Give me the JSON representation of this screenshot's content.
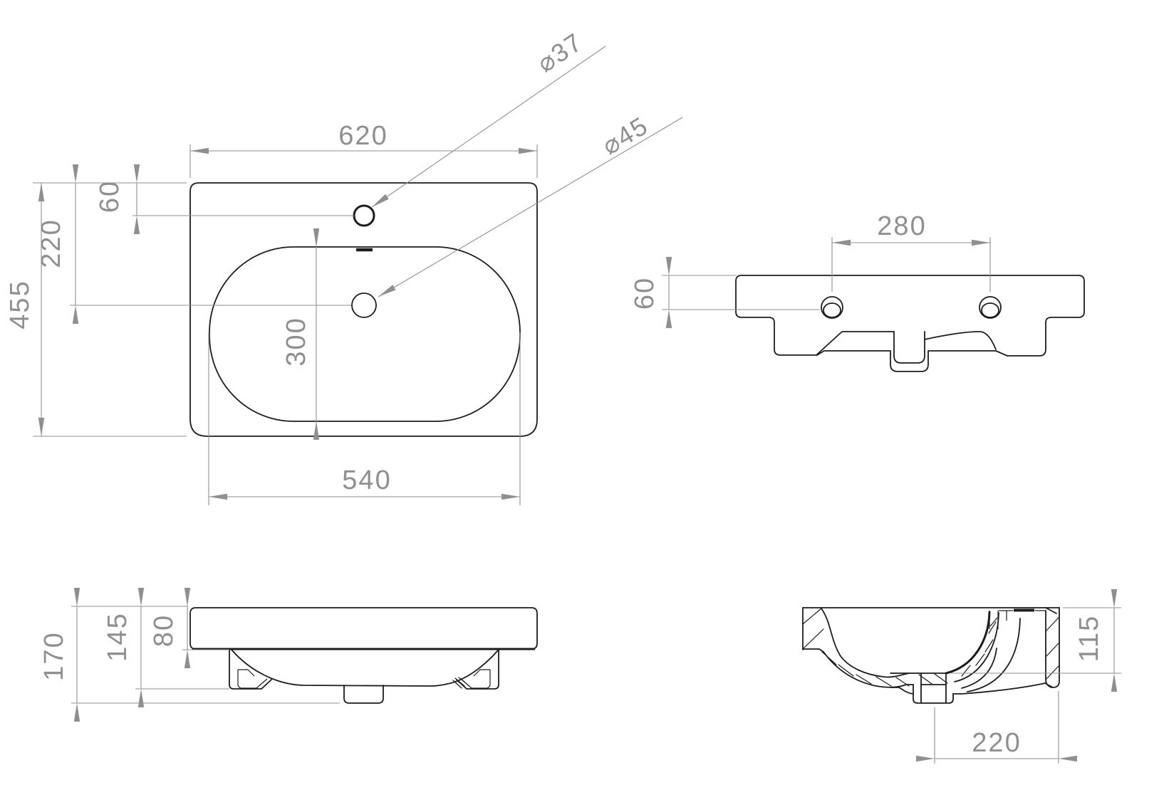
{
  "drawing_type": "technical-drawing",
  "colors": {
    "background": "#ffffff",
    "outline": "#1c1c1c",
    "dimension": "#8f8f8f"
  },
  "views": {
    "plan": {
      "overall_width": "620",
      "overall_depth": "455",
      "faucet_hole_offset": "60",
      "drain_offset": "220",
      "bowl_depth": "300",
      "bowl_width": "540",
      "faucet_hole_diameter": "⌀37",
      "drain_hole_diameter": "⌀45"
    },
    "rear": {
      "fixing_hole_spacing": "280",
      "fixing_hole_offset": "60"
    },
    "front": {
      "overall_height": "170",
      "height_to_bracket": "145",
      "apron_height": "80"
    },
    "side": {
      "bowl_inner_depth": "115",
      "drain_center_to_rear": "220"
    }
  }
}
